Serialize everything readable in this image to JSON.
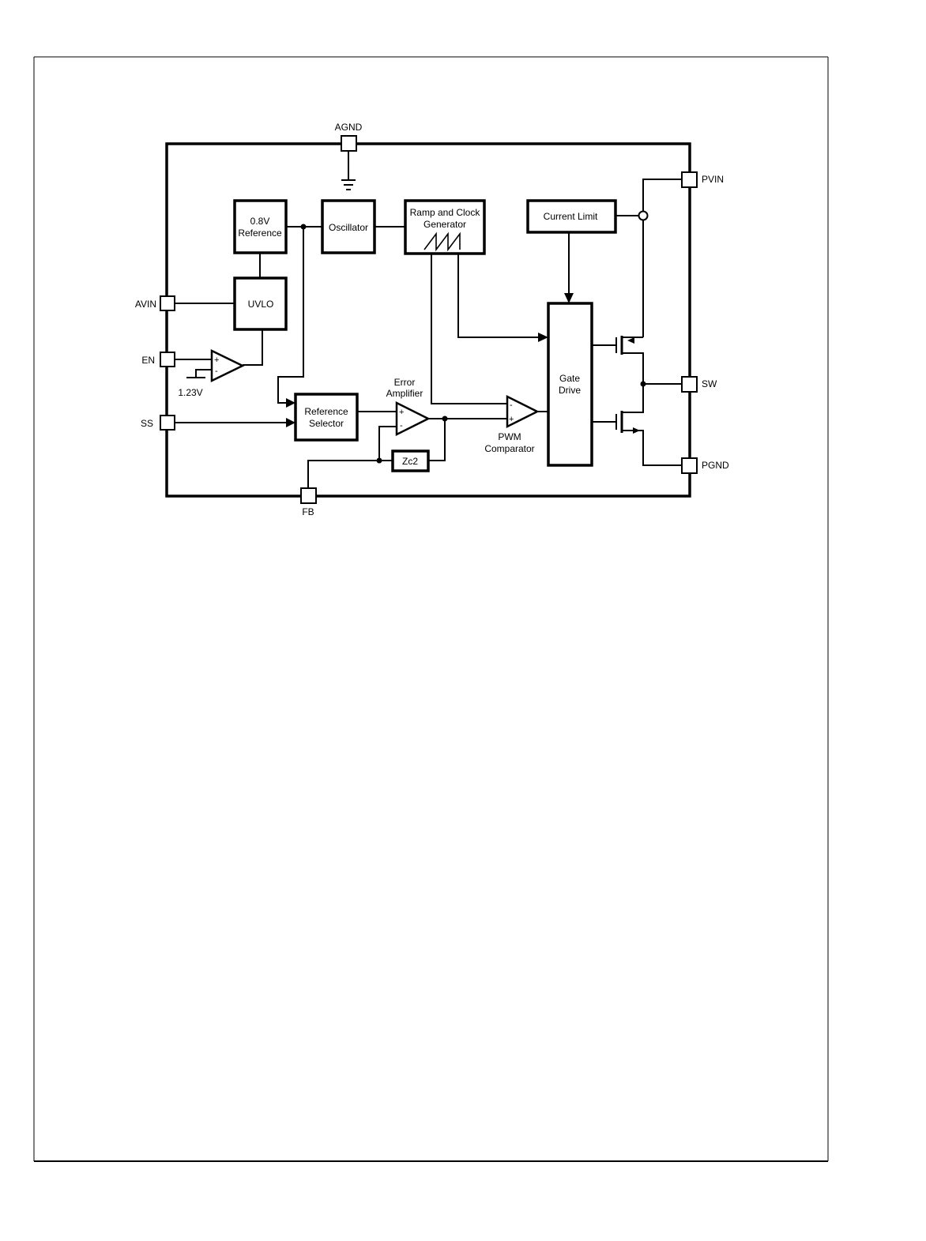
{
  "pins": {
    "agnd": "AGND",
    "pvin": "PVIN",
    "avin": "AVIN",
    "en": "EN",
    "ss": "SS",
    "sw": "SW",
    "pgnd": "PGND",
    "fb": "FB"
  },
  "blocks": {
    "reference_line1": "0.8V",
    "reference_line2": "Reference",
    "oscillator": "Oscillator",
    "ramp_line1": "Ramp and Clock",
    "ramp_line2": "Generator",
    "current_limit": "Current Limit",
    "uvlo": "UVLO",
    "ref_selector_line1": "Reference",
    "ref_selector_line2": "Selector",
    "gate_drive_line1": "Gate",
    "gate_drive_line2": "Drive",
    "zc2": "Zc2"
  },
  "labels": {
    "en_threshold": "1.23V",
    "error_amp_line1": "Error",
    "error_amp_line2": "Amplifier",
    "pwm_line1": "PWM",
    "pwm_line2": "Comparator",
    "plus": "+",
    "minus": "-"
  }
}
